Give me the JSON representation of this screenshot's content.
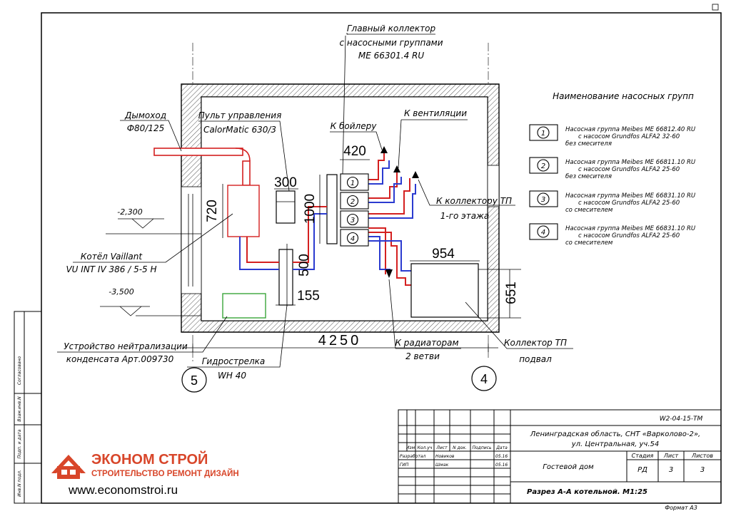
{
  "labels": {
    "main_collector": [
      "Главный коллектор",
      "с насосными группами",
      "ME 66301.4 RU"
    ],
    "chimney": [
      "Дымоход",
      "Ф80/125"
    ],
    "control_panel": [
      "Пульт управления",
      "CalorMatic 630/3"
    ],
    "to_boiler": "К бойлеру",
    "to_ventilation": "К вентиляции",
    "to_tp_collector": [
      "К коллектору ТП",
      "1-го этажа"
    ],
    "boiler": [
      "Котёл Vaillant",
      "VU INT IV 386 / 5-5 H"
    ],
    "level_upper": "-2,300",
    "level_lower": "-3,500",
    "neutralizer": [
      "Устройство нейтрализации",
      "конденсата Арт.009730"
    ],
    "hydro_arrow": [
      "Гидрострелка",
      "WH 40"
    ],
    "to_radiators": [
      "К радиаторам",
      "2 ветви"
    ],
    "tp_collector": [
      "Коллектор ТП",
      "подвал"
    ],
    "axis_left": "5",
    "axis_right": "4"
  },
  "dimensions": {
    "width_total": "4250",
    "d420": "420",
    "d300": "300",
    "d720": "720",
    "d1000": "1000",
    "d500": "500",
    "d155": "155",
    "d954": "954",
    "d651": "651"
  },
  "pump_numbers": [
    "1",
    "2",
    "3",
    "4"
  ],
  "legend": {
    "title": "Наименование насосных групп",
    "items": [
      {
        "num": "1",
        "lines": [
          "Насосная группа Meibes ME 66812.40 RU",
          "с насосом Grundfos ALFA2 32-60",
          "без смесителя"
        ]
      },
      {
        "num": "2",
        "lines": [
          "Насосная группа Meibes ME 66811.10 RU",
          "с насосом Grundfos ALFA2 25-60",
          "без смесителя"
        ]
      },
      {
        "num": "3",
        "lines": [
          "Насосная группа Meibes ME 66831.10 RU",
          "с насосом Grundfos ALFA2 25-60",
          "со смесителем"
        ]
      },
      {
        "num": "4",
        "lines": [
          "Насосная группа Meibes ME 66831.10 RU",
          "с насосом Grundfos ALFA2 25-60",
          "со смесителем"
        ]
      }
    ]
  },
  "stamp": {
    "code": "W2-04-15-ТМ",
    "address": [
      "Ленинградская область, СНТ «Варколово-2»,",
      "ул. Центральная, уч.54"
    ],
    "col_headers": [
      "Изм.",
      "Кол.уч",
      "Лист",
      "N док.",
      "Подпись",
      "Дата"
    ],
    "developed": "Разработал",
    "developed_name": "Новиков",
    "checked": "ГИП",
    "checked_name": "Шмак",
    "date1": "05.16",
    "date2": "05.16",
    "object": "Гостевой дом",
    "stage_label": "Стадия",
    "sheet_label": "Лист",
    "sheets_label": "Листов",
    "stage": "РД",
    "sheet": "3",
    "sheets": "3",
    "drawing_title": "Разрез А-А котельной. М1:25",
    "format": "Формат А3",
    "side_labels": [
      "Согласовано",
      "Взам.инв.N",
      "Подп. и дата",
      "Инв.N подл."
    ]
  },
  "brand": {
    "name": "ЭКОНОМ СТРОЙ",
    "tagline": "СТРОИТЕЛЬСТВО РЕМОНТ ДИЗАЙН",
    "url": "www.economstroi.ru"
  },
  "colors": {
    "supply": "#d42020",
    "return": "#2b3bd0",
    "neutralizer": "#3aa63a",
    "brand": "#d8462a"
  }
}
